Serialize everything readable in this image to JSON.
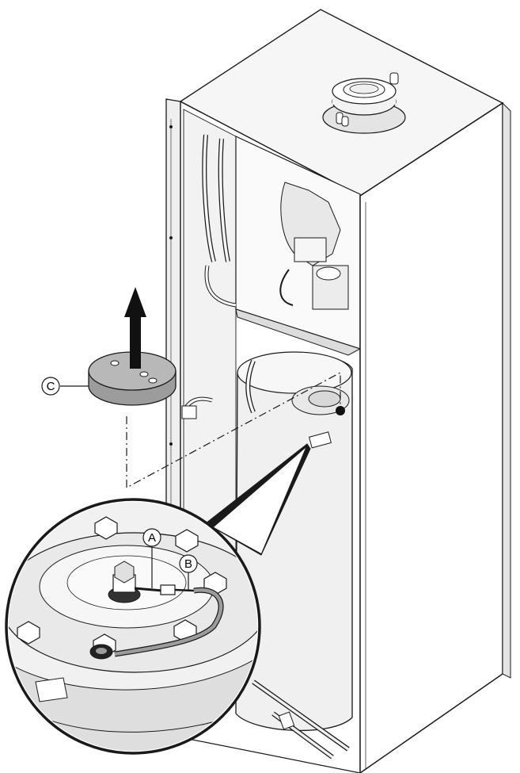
{
  "callouts": {
    "a": "A",
    "b": "B",
    "c": "C"
  },
  "colors": {
    "line": "#1a1a1a",
    "panel_light": "#f4f4f4",
    "panel_mid": "#e6e6e6",
    "panel_dark": "#cfcfcf",
    "part_gray": "#9c9c9c",
    "arrow": "#111111"
  },
  "icons": [
    "arrow-up-icon"
  ]
}
